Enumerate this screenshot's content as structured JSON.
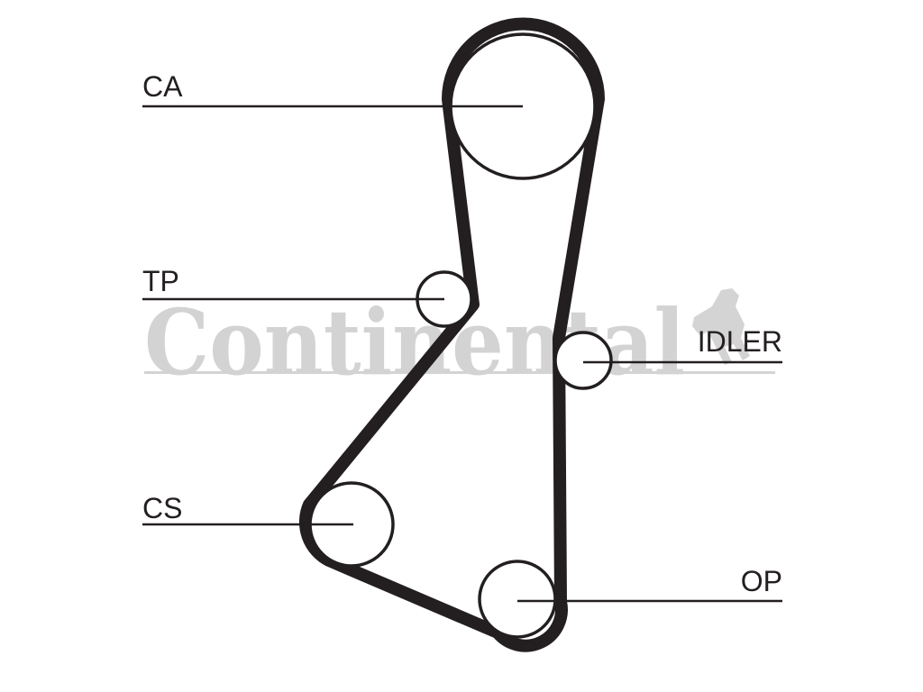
{
  "brand": {
    "name": "Continental",
    "watermark_color": "#cccccc"
  },
  "diagram": {
    "line_color": "#231f20",
    "labels": {
      "ca": "CA",
      "tp": "TP",
      "idler": "IDLER",
      "cs": "CS",
      "op": "OP"
    }
  }
}
